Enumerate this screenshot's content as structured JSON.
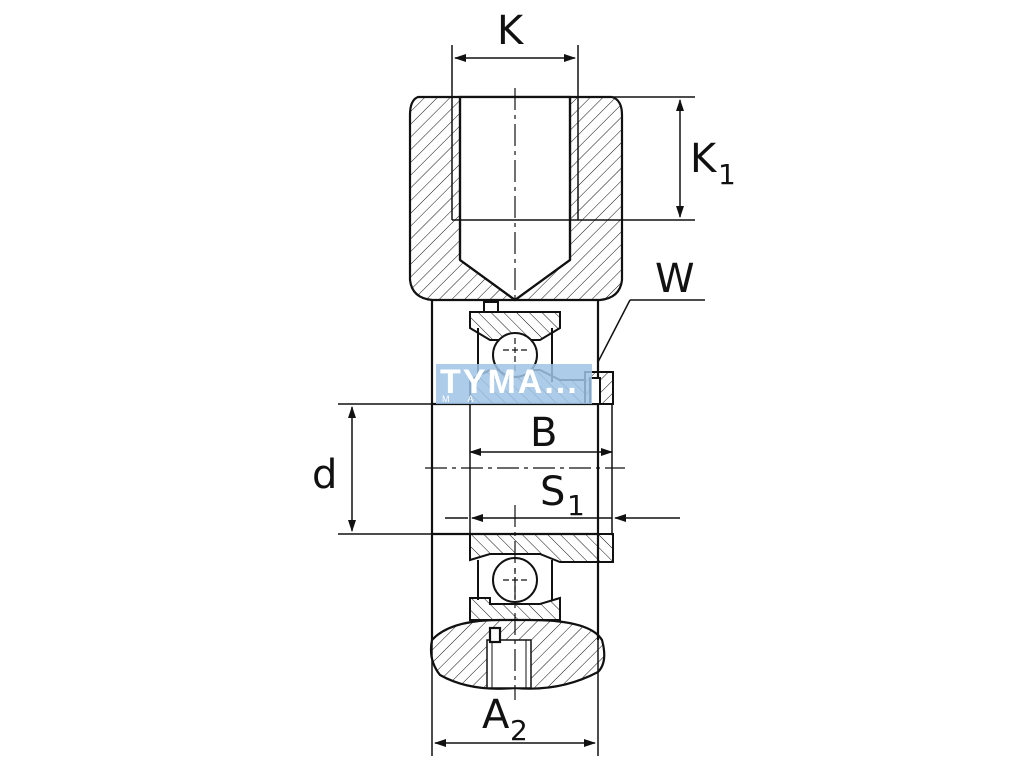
{
  "drawing": {
    "dimensions": {
      "k": "K",
      "k1_main": "K",
      "k1_sub": "1",
      "w": "W",
      "b": "B",
      "d": "d",
      "s1_main": "S",
      "s1_sub": "1",
      "a2_main": "A",
      "a2_sub": "2"
    },
    "watermark": {
      "text": "TYMA...",
      "sub": "MA"
    },
    "colors": {
      "line": "#111111",
      "watermark": "#9fc3e6"
    }
  }
}
